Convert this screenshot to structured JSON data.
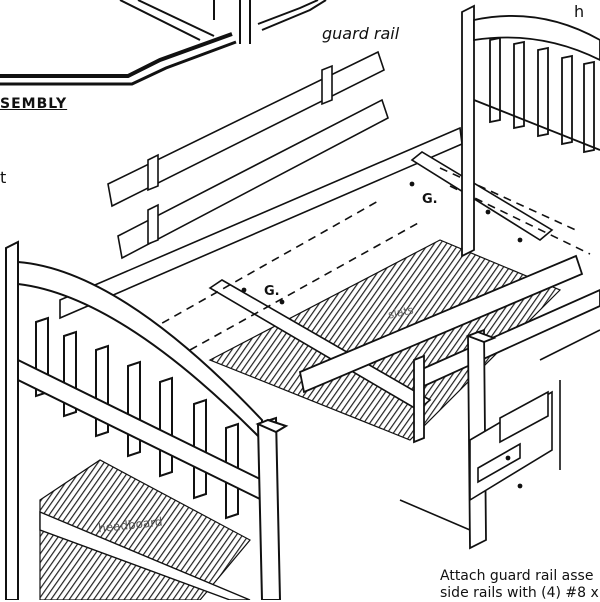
{
  "labels": {
    "guard_rail": "guard rail",
    "section_title": "SEMBLY",
    "left_fragment": "t",
    "top_right_fragment": "h",
    "callout_g_upper": "G.",
    "callout_g_lower": "G.",
    "slat_text": "slats",
    "headboard_text": "headboard"
  },
  "instruction": {
    "line1": "Attach guard rail asse",
    "line2": "side rails with (4) #8 x"
  },
  "colors": {
    "line": "#111111",
    "mattress_hatch": "#222222",
    "background": "#ffffff"
  }
}
